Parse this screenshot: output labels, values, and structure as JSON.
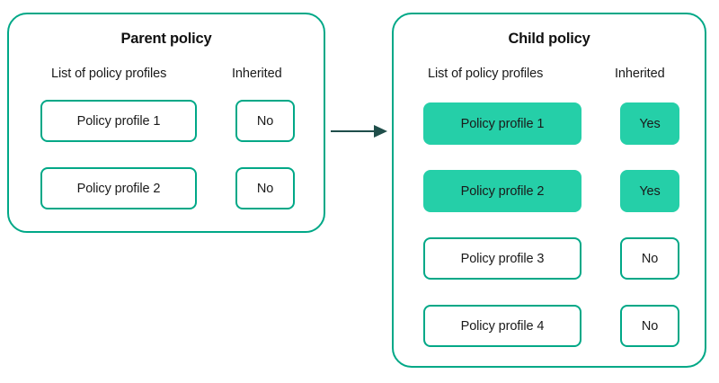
{
  "colors": {
    "accent_border": "#00a887",
    "accent_fill": "#25cfa8",
    "text": "#1a1a1a",
    "arrow": "#1f4e4a",
    "background": "#ffffff"
  },
  "panels": [
    {
      "id": "parent-policy",
      "title": "Parent policy",
      "columns": {
        "profiles": "List of policy profiles",
        "inherited": "Inherited"
      },
      "rows": [
        {
          "profile": "Policy profile 1",
          "inherited": "No",
          "highlighted": false
        },
        {
          "profile": "Policy profile 2",
          "inherited": "No",
          "highlighted": false
        }
      ]
    },
    {
      "id": "child-policy",
      "title": "Child policy",
      "columns": {
        "profiles": "List of policy profiles",
        "inherited": "Inherited"
      },
      "rows": [
        {
          "profile": "Policy profile 1",
          "inherited": "Yes",
          "highlighted": true
        },
        {
          "profile": "Policy profile 2",
          "inherited": "Yes",
          "highlighted": true
        },
        {
          "profile": "Policy profile 3",
          "inherited": "No",
          "highlighted": false
        },
        {
          "profile": "Policy profile 4",
          "inherited": "No",
          "highlighted": false
        }
      ]
    }
  ],
  "connector": {
    "icon": "arrow-right-icon",
    "from": "parent-policy",
    "to": "child-policy"
  }
}
